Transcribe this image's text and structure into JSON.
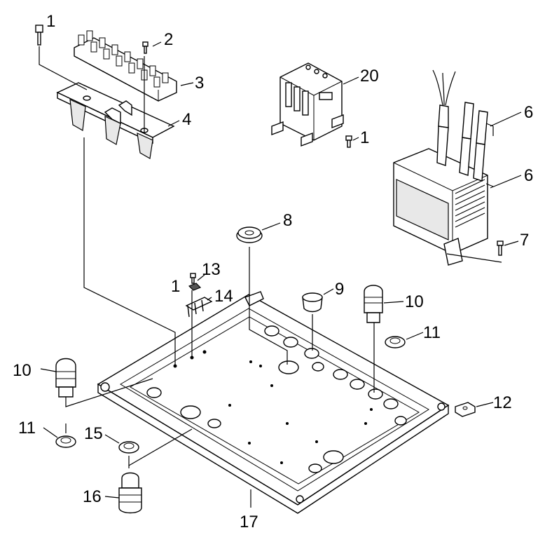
{
  "diagram": {
    "callouts": {
      "c1a": "1",
      "c2": "2",
      "c3": "3",
      "c4": "4",
      "c20": "20",
      "c1b": "1",
      "c6a": "6",
      "c6b": "6",
      "c8": "8",
      "c7": "7",
      "c13": "13",
      "c1c": "1",
      "c9": "9",
      "c10a": "10",
      "c14": "14",
      "c11a": "11",
      "c10b": "10",
      "c12": "12",
      "c11b": "11",
      "c15": "15",
      "c16": "16",
      "c17": "17"
    }
  }
}
